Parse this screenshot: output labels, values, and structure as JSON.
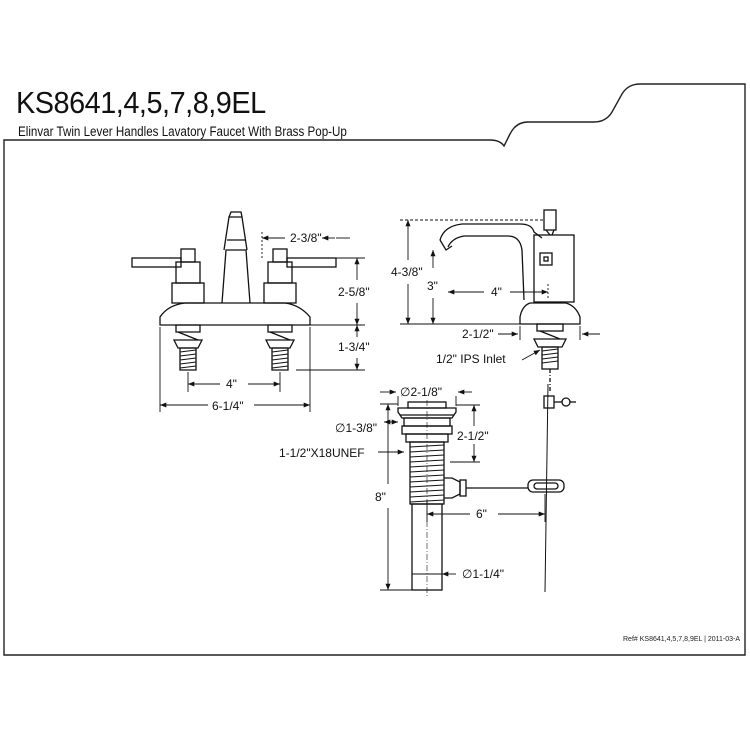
{
  "sheet": {
    "model": "KS8641,4,5,7,8,9EL",
    "description": "Elinvar Twin Lever Handles Lavatory Faucet With Brass Pop-Up",
    "ref": "Ref# KS8641,4,5,7,8,9EL | 2011-03-A"
  },
  "front_view": {
    "spout_offset": "2-3/8\"",
    "handle_height": "2-5/8\"",
    "shank_length": "1-3/4\"",
    "center_spread": "4\"",
    "overall_width": "6-1/4\""
  },
  "side_view": {
    "overall_height": "4-3/8\"",
    "spout_height": "3\"",
    "spout_reach": "4\"",
    "base_depth": "2-1/2\"",
    "inlet": "1/2\" IPS Inlet"
  },
  "drain": {
    "flange_dia": "∅2-1/8\"",
    "body_dia": "∅1-3/8\"",
    "thread_length": "2-1/2\"",
    "thread_spec": "1-1/2\"X18UNEF",
    "overall_length": "8\"",
    "pivot_length": "6\"",
    "tail_dia": "∅1-1/4\""
  }
}
